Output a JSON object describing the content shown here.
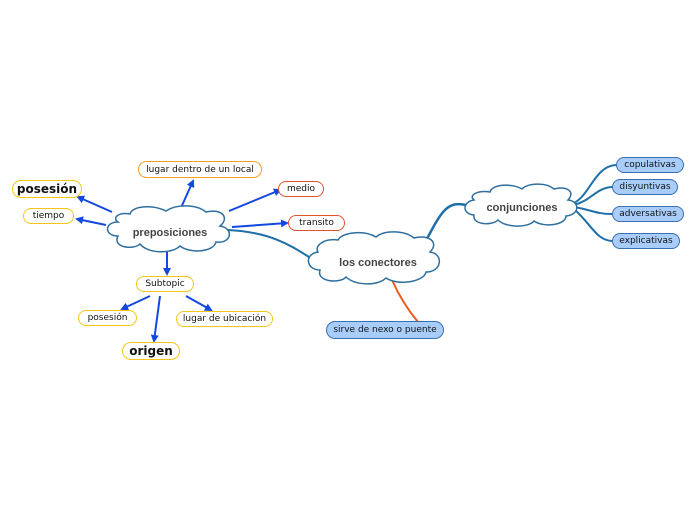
{
  "colors": {
    "left_arrows": "#1348e0",
    "right_branches": "#1f6fa8",
    "bottom_branch": "#ef5a1a",
    "cloud_stroke": "#2f6f9f",
    "blue_fill": "#a9cdfa"
  },
  "center": {
    "label": "los conectores"
  },
  "left": {
    "label": "preposiciones",
    "children": {
      "lugar_local": "lugar dentro de un local",
      "posesion_big": "posesión",
      "tiempo": "tiempo",
      "medio": "medio",
      "transito": "transito",
      "subtopic": "Subtopic",
      "posesion_small": "posesión",
      "lugar_ubicacion": "lugar de ubicación",
      "origen": "origen"
    }
  },
  "right": {
    "label": "conjunciones",
    "children": [
      "copulativas",
      "disyuntivas",
      "adversativas",
      "explicativas"
    ]
  },
  "bottom": {
    "label": "sirve de nexo o puente"
  }
}
